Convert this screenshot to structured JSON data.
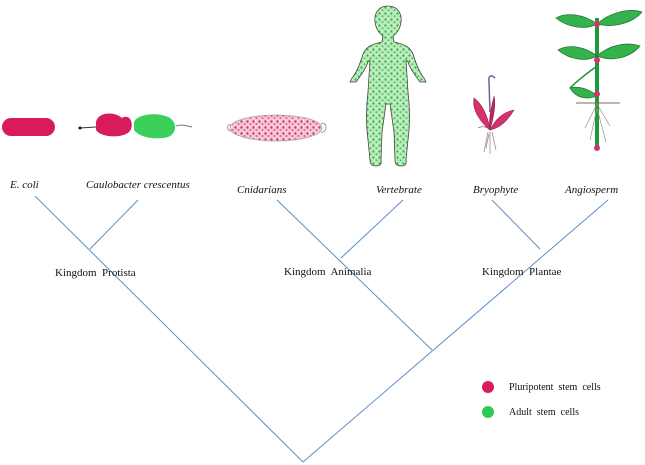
{
  "species": {
    "ecoli": "E. coli",
    "caulobacter": "Caulobacter crescentus",
    "cnidarians": "Cnidarians",
    "vertebrate": "Vertebrate",
    "bryophyte": "Bryophyte",
    "angiosperm": "Angiosperm"
  },
  "kingdoms": {
    "protista": "Kingdom  Protista",
    "animalia": "Kingdom  Animalia",
    "plantae": "Kingdom  Plantae"
  },
  "legend": {
    "pluripotent": "Pluripotent  stem  cells",
    "adult": "Adult  stem  cells"
  },
  "colors": {
    "pluripotent": "#d81b5c",
    "adult": "#2ecc55",
    "branch": "#5b8fc9"
  }
}
